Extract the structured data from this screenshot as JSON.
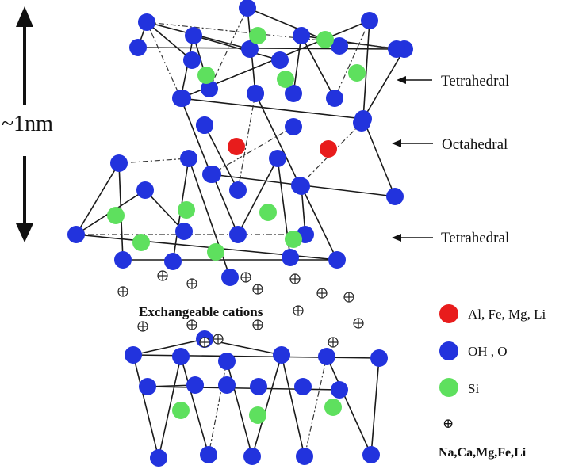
{
  "scale": {
    "label": "~1nm"
  },
  "layers": {
    "tetrahedral_top": "Tetrahedral",
    "octahedral": "Octahedral",
    "tetrahedral_bottom": "Tetrahedral"
  },
  "interlayer": {
    "label": "Exchangeable cations"
  },
  "legend": {
    "items": [
      {
        "label": "Al, Fe, Mg, Li",
        "color": "#e81c1c"
      },
      {
        "label": "OH , O",
        "color": "#2233dd"
      },
      {
        "label": "Si",
        "color": "#5ee05e"
      },
      {
        "label": "Na,Ca,Mg,Fe,Li",
        "symbol": "⊕"
      }
    ]
  },
  "colors": {
    "oxygen": "#2233dd",
    "silicon": "#5ee05e",
    "octahedral_cation": "#e81c1c",
    "bond": "#1a1a1a"
  }
}
